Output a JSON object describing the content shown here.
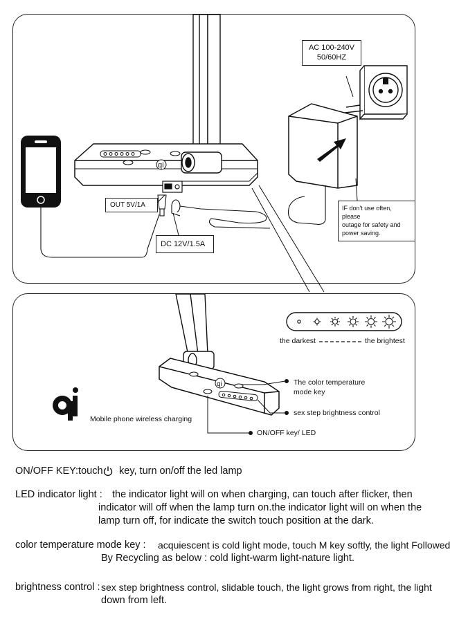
{
  "top_panel": {
    "ac_label_line1": "AC 100-240V",
    "ac_label_line2": "50/60HZ",
    "out_label": "OUT 5V/1A",
    "dc_label": "DC 12V/1.5A",
    "note_line1": "IF don't use often, please",
    "note_line2": "outage for safety and",
    "note_line3": "power saving."
  },
  "bottom_panel": {
    "darkest_label": "the darkest",
    "brightest_label": "the brightest",
    "wireless_label": "Mobile phone wireless charging",
    "callout_color_line1": "The color temperature",
    "callout_color_line2": "mode key",
    "callout_brightness": "sex step brightness control",
    "callout_onoff": "ON/OFF key/ LED"
  },
  "descriptions": {
    "onoff_prefix": "ON/OFF KEY:touch",
    "onoff_suffix": "key, turn on/off the led lamp",
    "led_term": "LED indicator light :",
    "led_line1": "the indicator light will on when charging, can touch after flicker, then",
    "led_line2": "indicator will off when the lamp turn on.the indicator light will on when the",
    "led_line3": "lamp turn off, for indicate the switch touch position at the dark.",
    "color_term": "color temperature mode key :",
    "color_line1": "acquiescent is cold light mode, touch M key softly, the light Followed",
    "color_line2": "By Recycling as below : cold light-warm light-nature light.",
    "bright_term": "brightness control :",
    "bright_line1": "sex step brightness control, slidable touch, the light grows from right, the light",
    "bright_line2": "down from left."
  }
}
